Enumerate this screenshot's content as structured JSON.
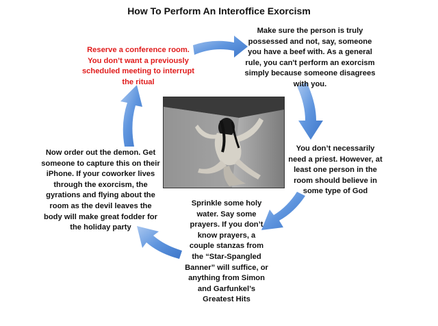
{
  "title": "How To Perform An Interoffice Exorcism",
  "steps": [
    {
      "text": "Reserve a conference room. You don’t want a previously scheduled meeting to interrupt the ritual",
      "color": "#e01b1b"
    },
    {
      "text": "Make sure the person is truly possessed and not, say, someone you have a beef with. As a general rule, you can't perform an exorcism simply because someone disagrees with you.",
      "color": "#111111"
    },
    {
      "text": "You don’t necessarily need a priest. However, at least one person in the room should believe in some type of God",
      "color": "#111111"
    },
    {
      "text": "Sprinkle some holy water. Say some prayers. If you don’t know prayers, a couple stanzas from the “Star-Spangled Banner” will suffice, or anything from Simon and Garfunkel’s Greatest Hits",
      "color": "#111111"
    },
    {
      "text": "Now order out the demon. Get someone to capture this on their iPhone. If your coworker lives through the exorcism, the gyrations and flying about the room as the devil leaves the body will make great fodder for the holiday party",
      "color": "#111111"
    }
  ],
  "image": {
    "subject": "black-and-white photo of a contorted figure clinging to a wall corner"
  },
  "arrow_color": "#4a86d8"
}
